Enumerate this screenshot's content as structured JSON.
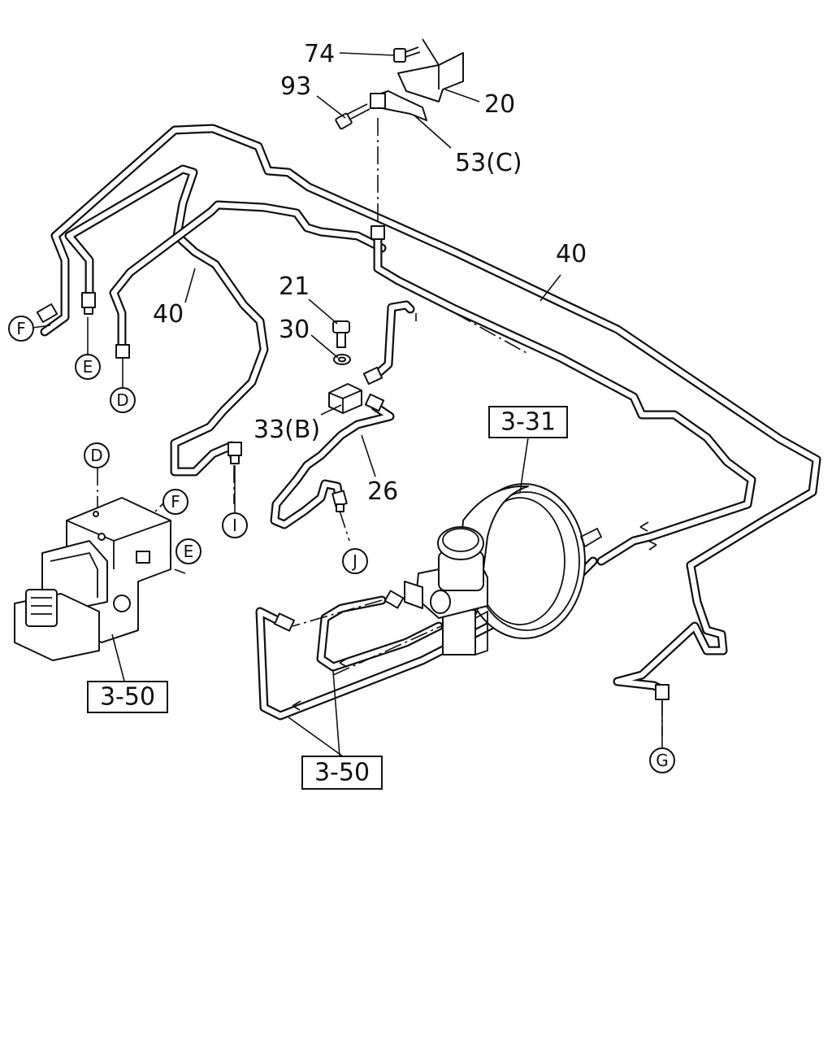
{
  "callouts": {
    "p74": "74",
    "p93": "93",
    "p20": "20",
    "p53c": "53(C)",
    "p40_top": "40",
    "p40_left": "40",
    "p21": "21",
    "p30": "30",
    "p33b": "33(B)",
    "p26": "26"
  },
  "connectors": {
    "F_left": "F",
    "E_left": "E",
    "D_left": "D",
    "I": "I",
    "J": "J",
    "G": "G",
    "D_abs": "D",
    "F_abs": "F",
    "E_abs": "E"
  },
  "references": {
    "booster": "3-31",
    "abs_unit": "3-50",
    "lines": "3-50"
  }
}
